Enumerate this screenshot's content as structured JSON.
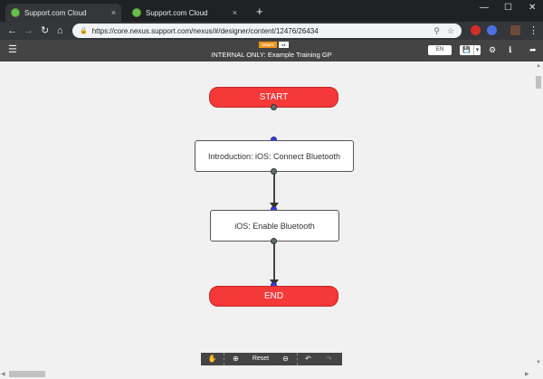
{
  "browser": {
    "tabs": [
      {
        "title": "Support.com Cloud",
        "close": "×"
      },
      {
        "title": "Support.com Cloud",
        "close": "×"
      }
    ],
    "new_tab": "+",
    "window_controls": {
      "minimize": "—",
      "maximize": "☐",
      "close": "✕"
    },
    "nav": {
      "back": "←",
      "forward": "→",
      "reload": "↻",
      "home": "⌂"
    },
    "url": "https://core.nexus.support.com/nexus/#/designer/content/12476/26434",
    "extensions": [
      {
        "name": "lastpass-icon",
        "color": "#d32d27"
      },
      {
        "name": "extension-icon",
        "color": "#4a6fe3"
      },
      {
        "name": "profile-avatar",
        "color": "#6b4a3a"
      }
    ]
  },
  "app": {
    "menu_icon": "☰",
    "draft_badge": "DRAFT",
    "version_badge": "v1",
    "title": "INTERNAL ONLY: Example Training GP",
    "language": "EN",
    "save_icon": "💾",
    "dropdown_icon": "▾",
    "settings_icon": "⚙",
    "info_icon": "ℹ",
    "exit_icon": "➦"
  },
  "flow": {
    "start": "START",
    "steps": [
      "Introduction: iOS: Connect Bluetooth",
      "iOS: Enable Bluetooth"
    ],
    "end": "END"
  },
  "zoom": {
    "hand": "✋",
    "zoom_in": "⊕",
    "reset": "Reset",
    "zoom_out": "⊖",
    "undo": "↶",
    "redo": "↷"
  }
}
